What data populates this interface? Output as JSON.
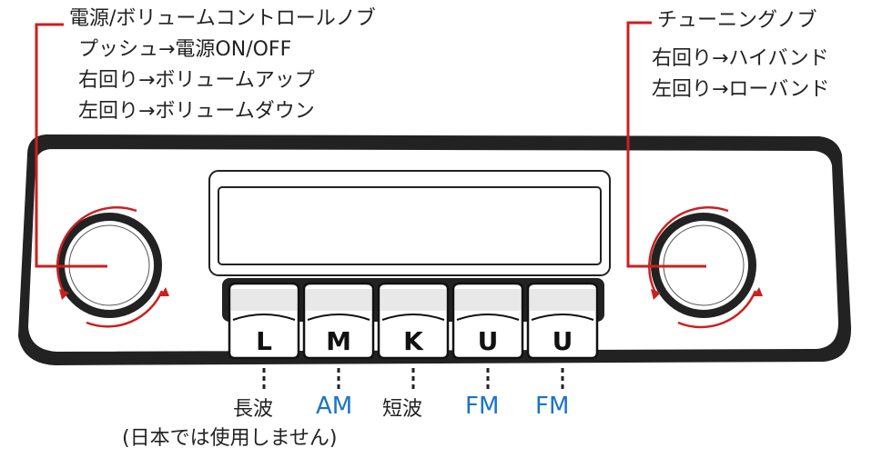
{
  "left_knob": {
    "title": "電源/ボリュームコントロールノブ",
    "lines": [
      "プッシュ→電源ON/OFF",
      "右回り→ボリュームアップ",
      "左回り→ボリュームダウン"
    ]
  },
  "right_knob": {
    "title": "チューニングノブ",
    "lines": [
      "右回り→ハイバンド",
      "左回り→ローバンド"
    ]
  },
  "buttons": [
    {
      "key": "L",
      "band": "長波"
    },
    {
      "key": "M",
      "band": "AM"
    },
    {
      "key": "K",
      "band": "短波"
    },
    {
      "key": "U",
      "band": "FM"
    },
    {
      "key": "U",
      "band": "FM"
    }
  ],
  "note": "(日本では使用しません)",
  "colors": {
    "callout": "#cc1f1f",
    "band_highlight": "#1a73c8",
    "outline": "#1a1a1a"
  }
}
